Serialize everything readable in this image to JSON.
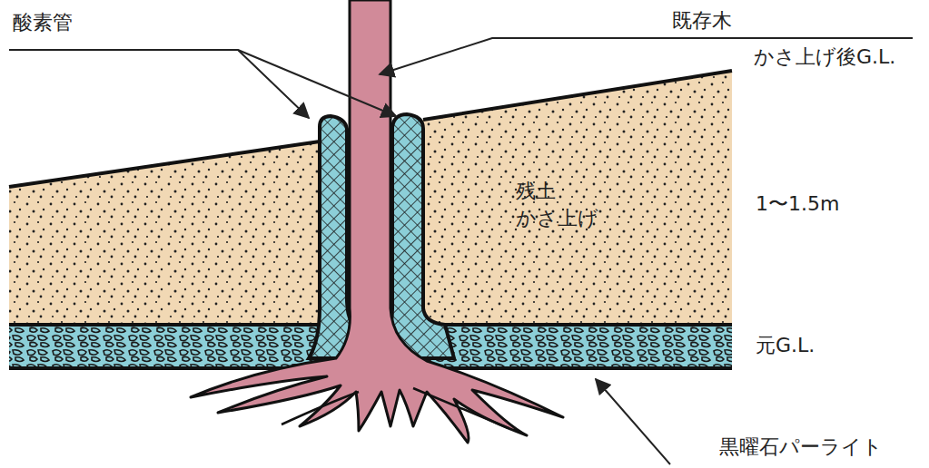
{
  "diagram": {
    "labels": [
      "酸素管",
      "既存木",
      "かさ上げ後G.L.",
      "残土 かさ上げ",
      "1〜1.5m",
      "元G.L.",
      "黒曜石パーライト"
    ]
  }
}
